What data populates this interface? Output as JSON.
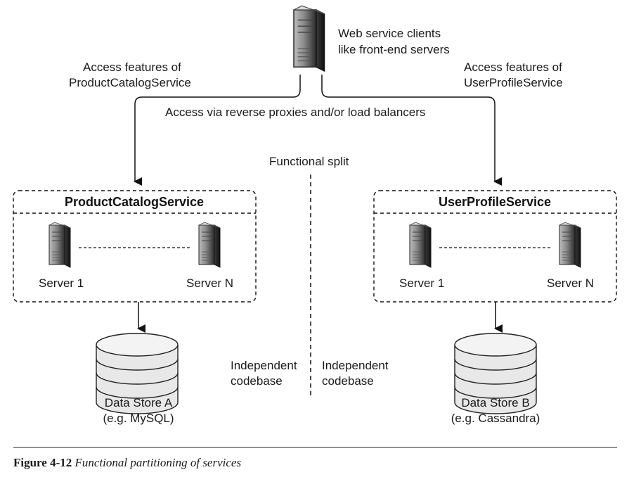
{
  "client": {
    "label_line1": "Web service clients",
    "label_line2": "like front-end servers"
  },
  "access_left": {
    "line1": "Access features of",
    "line2": "ProductCatalogService"
  },
  "access_right": {
    "line1": "Access features of",
    "line2": "UserProfileService"
  },
  "proxy_label": "Access via reverse proxies and/or load balancers",
  "split_label": "Functional split",
  "services": [
    {
      "name": "ProductCatalogService",
      "server_first": "Server 1",
      "server_last": "Server N",
      "store_line1": "Data Store A",
      "store_line2": "(e.g. MySQL)",
      "codebase_line1": "Independent",
      "codebase_line2": "codebase"
    },
    {
      "name": "UserProfileService",
      "server_first": "Server 1",
      "server_last": "Server N",
      "store_line1": "Data Store B",
      "store_line2": "(e.g. Cassandra)",
      "codebase_line1": "Independent",
      "codebase_line2": "codebase"
    }
  ],
  "caption": {
    "number": "Figure 4-12",
    "text": "Functional partitioning of services"
  }
}
